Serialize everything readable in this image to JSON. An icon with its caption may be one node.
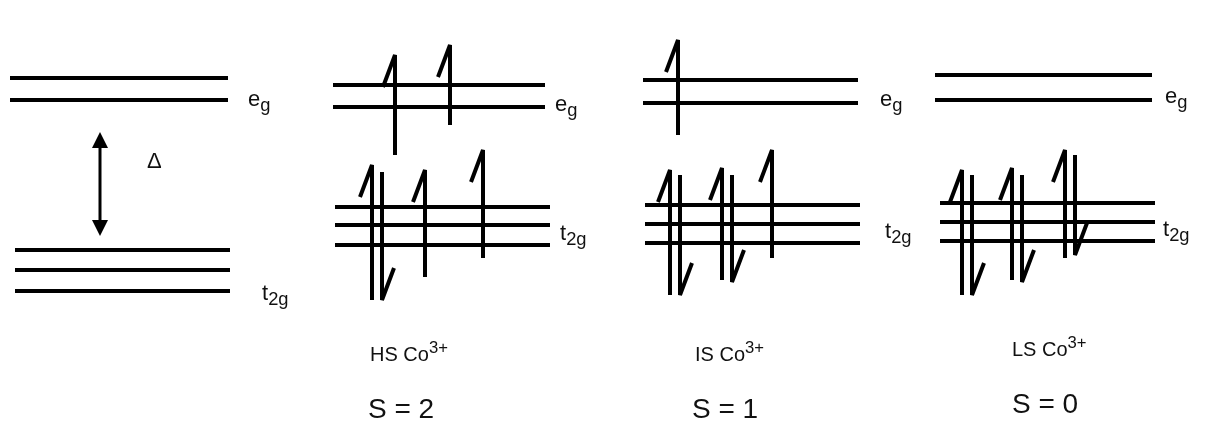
{
  "diagram": {
    "labels": [
      "e$_{g}$",
      "e$_{g}$",
      "e$_{g}$",
      "e$_{g}$",
      "Δ",
      "t$_{2g}$",
      "t$_{2g}$",
      "t$_{2g}$",
      "t$_{2g}$",
      "HS Co$^{3+}$",
      "IS Co$^{3+}$",
      "LS Co$^{3+}$",
      "S = 2",
      "S = 1",
      "S = 0"
    ]
  }
}
